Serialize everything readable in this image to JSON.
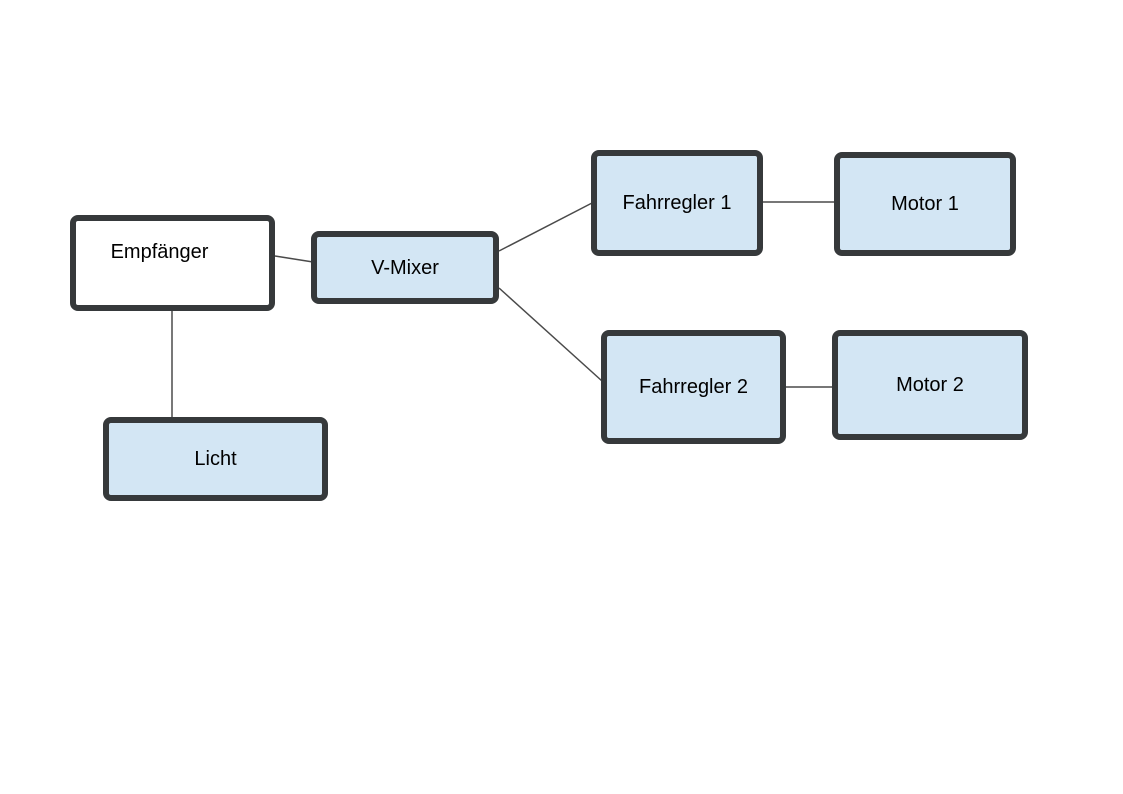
{
  "diagram": {
    "background_color": "#ffffff",
    "node_border_color": "#36393b",
    "node_fill_color": "#d3e6f4",
    "empfaenger_fill_color": "#ffffff",
    "connector_color": "#4a4a4a",
    "nodes": {
      "empfaenger": {
        "label": "Empfänger"
      },
      "v_mixer": {
        "label": "V-Mixer"
      },
      "fahrregler1": {
        "label": "Fahrregler 1"
      },
      "motor1": {
        "label": "Motor 1"
      },
      "fahrregler2": {
        "label": "Fahrregler 2"
      },
      "motor2": {
        "label": "Motor 2"
      },
      "licht": {
        "label": "Licht"
      }
    },
    "edges": [
      {
        "from": "empfaenger",
        "to": "v_mixer"
      },
      {
        "from": "empfaenger",
        "to": "licht"
      },
      {
        "from": "v_mixer",
        "to": "fahrregler1"
      },
      {
        "from": "v_mixer",
        "to": "fahrregler2"
      },
      {
        "from": "fahrregler1",
        "to": "motor1"
      },
      {
        "from": "fahrregler2",
        "to": "motor2"
      }
    ]
  }
}
